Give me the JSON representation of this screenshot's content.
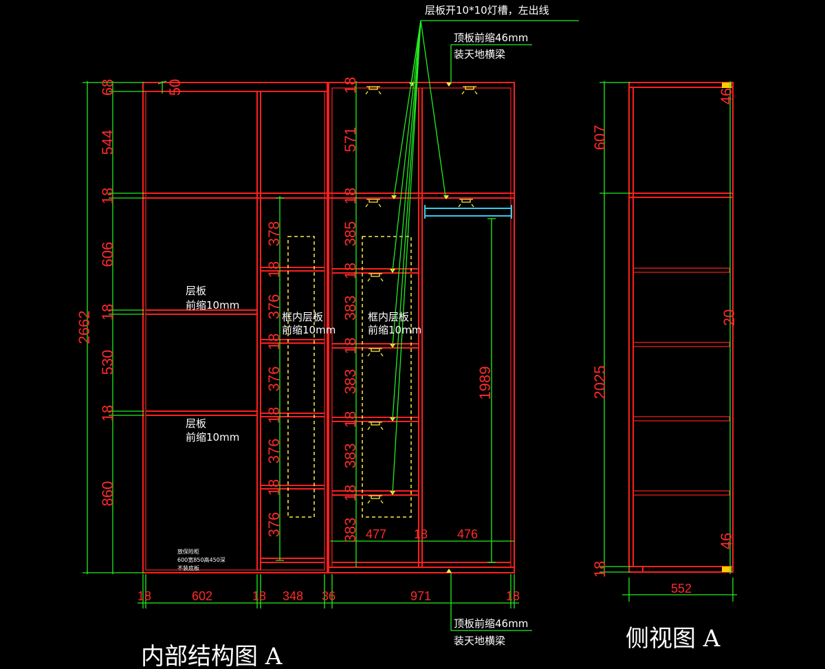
{
  "drawing": {
    "front_title": "内部结构图 A",
    "side_title": "侧视图 A",
    "colors": {
      "background": "#000000",
      "structure": "#ff2020",
      "dimension_line": "#22ee22",
      "dashed_frame": "#ffee44",
      "hanging_rod": "#33ccee",
      "text": "#ffffff"
    }
  },
  "notes": {
    "light_groove": "层板开10*10灯槽，左出线",
    "top_recess_line1": "顶板前缩46mm",
    "top_recess_line2": "装天地横梁",
    "bottom_recess_line1": "顶板前缩46mm",
    "bottom_recess_line2": "装天地横梁",
    "shelf_a_line1": "层板",
    "shelf_a_line2": "前缩10mm",
    "shelf_b_line1": "层板",
    "shelf_b_line2": "前缩10mm",
    "inner_shelf_a_line1": "框内层板",
    "inner_shelf_a_line2": "前缩10mm",
    "inner_shelf_b_line1": "框内层板",
    "inner_shelf_b_line2": "前缩10mm",
    "safe_line1": "放保险柜",
    "safe_line2": "600宽850高450深",
    "safe_line3": "不装底板"
  },
  "dims": {
    "left_total": "2662",
    "left_chain": [
      "68",
      "544",
      "18",
      "606",
      "18",
      "530",
      "18",
      "860"
    ],
    "top_board": "50",
    "bottom_chain": [
      "18",
      "602",
      "18",
      "348",
      "36",
      "971",
      "18"
    ],
    "col3_chain": [
      "378",
      "18",
      "376",
      "18",
      "376",
      "18",
      "376",
      "18",
      "376"
    ],
    "col4_chain": [
      "18",
      "571",
      "18",
      "385",
      "18",
      "383",
      "18",
      "383",
      "18",
      "383",
      "18",
      "383"
    ],
    "inner_bottom": [
      "477",
      "18",
      "476"
    ],
    "hanging_height": "1989",
    "side_chain": [
      "607",
      "2025",
      "18"
    ],
    "side_right": [
      "46",
      "20",
      "46"
    ],
    "side_depth": "552"
  }
}
